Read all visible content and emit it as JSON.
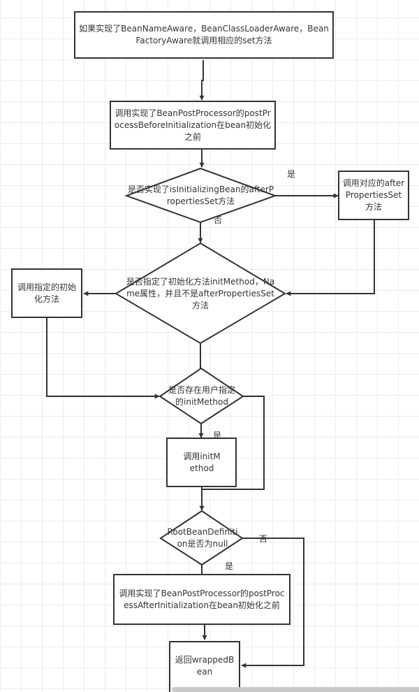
{
  "diagram": {
    "title": "Bean initialization flowchart",
    "nodes": {
      "aware": {
        "type": "process",
        "text": "如果实现了BeanNameAware，BeanClassLoaderAware，BeanFactoryAware就调用相应的set方法"
      },
      "before_init": {
        "type": "process",
        "text": "调用实现了BeanPostProcessor的postProcessBeforeInitialization在bean初始化之前"
      },
      "is_initializing_bean": {
        "type": "decision",
        "text": "是否实现了isInitializingBean的afterPropertiesSet方法"
      },
      "call_after_properties": {
        "type": "process",
        "text": "调用对应的afterPropertiesSet方法"
      },
      "init_method_specified": {
        "type": "decision",
        "text": "是否指定了初始化方法initMethod，Name属性，并且不是afterPropertiesSet方法"
      },
      "call_specified_init": {
        "type": "process",
        "text": "调用指定的初始化方法"
      },
      "user_init_method_exists": {
        "type": "decision",
        "text": "是否存在用户指定的initMethod"
      },
      "call_init_method": {
        "type": "process",
        "text": "调用initMethod"
      },
      "root_bean_def_null": {
        "type": "decision",
        "text": "RootBeanDefinition是否为null"
      },
      "after_init": {
        "type": "process",
        "text": "调用实现了BeanPostProcessor的postProcessAfterInitialization在bean初始化之前"
      },
      "return_bean": {
        "type": "process",
        "text": "返回wrappedBean"
      }
    },
    "edge_labels": {
      "yes_1": "是",
      "no_1": "否",
      "yes_2": "是",
      "no_3": "否",
      "yes_3": "是"
    },
    "edges": [
      {
        "from": "aware",
        "to": "before_init"
      },
      {
        "from": "before_init",
        "to": "is_initializing_bean"
      },
      {
        "from": "is_initializing_bean",
        "to": "call_after_properties",
        "label": "是"
      },
      {
        "from": "is_initializing_bean",
        "to": "init_method_specified",
        "label": "否"
      },
      {
        "from": "call_after_properties",
        "to": "init_method_specified"
      },
      {
        "from": "init_method_specified",
        "to": "call_specified_init"
      },
      {
        "from": "init_method_specified",
        "to": "user_init_method_exists"
      },
      {
        "from": "call_specified_init",
        "to": "user_init_method_exists"
      },
      {
        "from": "user_init_method_exists",
        "to": "call_init_method",
        "label": "是"
      },
      {
        "from": "user_init_method_exists",
        "to": "root_bean_def_null"
      },
      {
        "from": "call_init_method",
        "to": "root_bean_def_null"
      },
      {
        "from": "root_bean_def_null",
        "to": "after_init",
        "label": "是"
      },
      {
        "from": "root_bean_def_null",
        "to": "return_bean",
        "label": "否"
      },
      {
        "from": "after_init",
        "to": "return_bean"
      }
    ],
    "colors": {
      "stroke": "#333333",
      "text": "#333333",
      "grid": "#ececec",
      "scrollbar": "#c8c8c8"
    }
  }
}
